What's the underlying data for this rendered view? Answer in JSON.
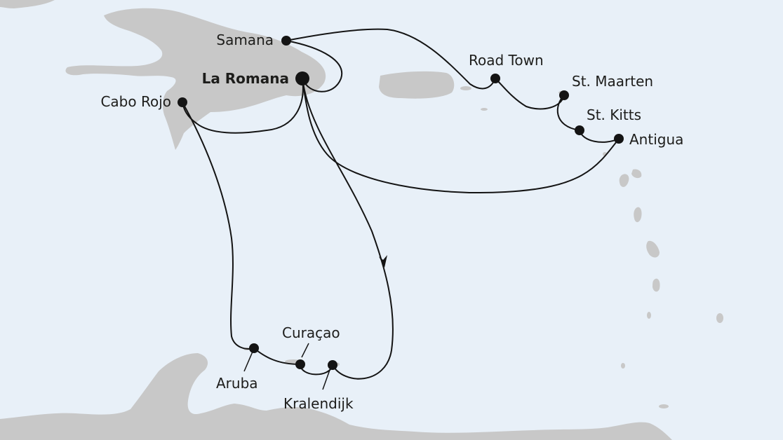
{
  "map": {
    "colors": {
      "sea": "#e8f0f8",
      "land": "#c8c8c8",
      "route": "#141414",
      "text": "#1d1d1b"
    },
    "ports": [
      {
        "id": "la-romana",
        "label": "La Romana",
        "home": true
      },
      {
        "id": "samana",
        "label": "Samana"
      },
      {
        "id": "cabo-rojo",
        "label": "Cabo Rojo"
      },
      {
        "id": "road-town",
        "label": "Road Town"
      },
      {
        "id": "st-maarten",
        "label": "St. Maarten"
      },
      {
        "id": "st-kitts",
        "label": "St. Kitts"
      },
      {
        "id": "antigua",
        "label": "Antigua"
      },
      {
        "id": "curacao",
        "label": "Curaçao"
      },
      {
        "id": "aruba",
        "label": "Aruba"
      },
      {
        "id": "kralendijk",
        "label": "Kralendijk"
      }
    ]
  }
}
